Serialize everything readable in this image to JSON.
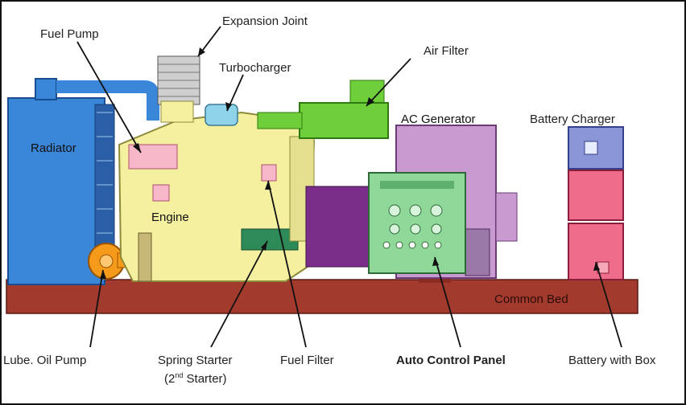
{
  "labels": {
    "expansion_joint": "Expansion Joint",
    "fuel_pump": "Fuel Pump",
    "turbocharger": "Turbocharger",
    "air_filter": "Air Filter",
    "ac_generator": "AC Generator",
    "battery_charger": "Battery Charger",
    "radiator": "Radiator",
    "engine": "Engine",
    "common_bed": "Common Bed",
    "lube_oil_pump": "Lube. Oil Pump",
    "spring_starter": "Spring Starter",
    "second_starter_open": "(2",
    "second_starter_sup": "nd",
    "second_starter_close": " Starter)",
    "fuel_filter": "Fuel Filter",
    "auto_control_panel": "Auto Control Panel",
    "battery_with_box": "Battery with Box"
  },
  "colors": {
    "radiator": "#3a86d8",
    "engine": "#f4f0a0",
    "air_filter": "#6fcf3a",
    "generator": "#c89ad0",
    "control_panel": "#8fd89a",
    "battery": "#ef6c8a",
    "common_bed": "#a33a2e",
    "lube_pump": "#f59a1a",
    "turbo": "#8ed3ea"
  }
}
